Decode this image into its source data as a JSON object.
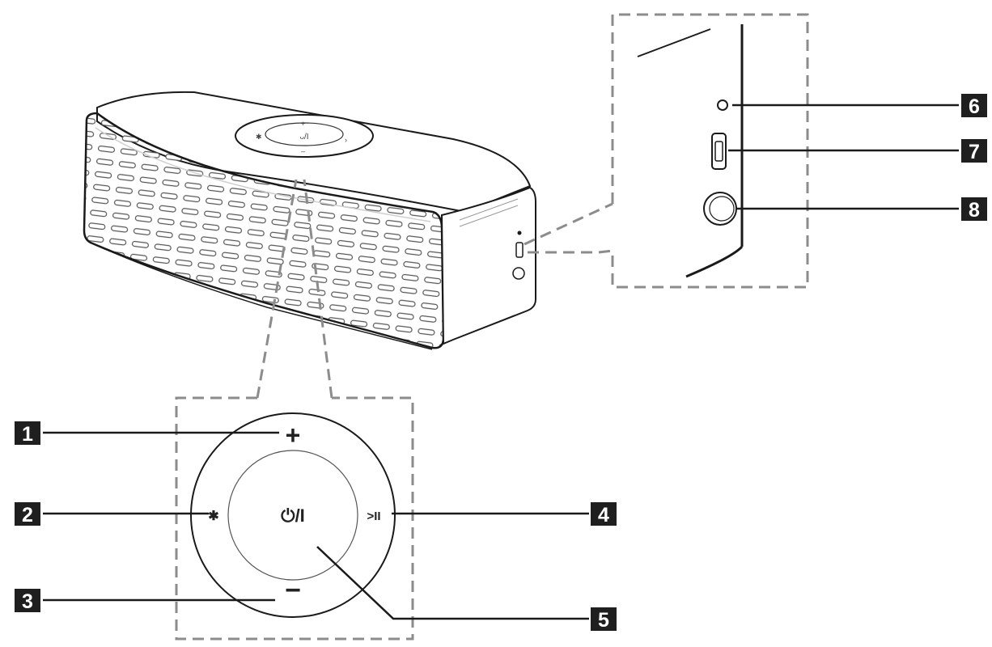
{
  "controls": {
    "volume_up": "+",
    "bluetooth": "✱",
    "volume_down": "−",
    "power": "⏻/I",
    "play_pause": ">II"
  },
  "callouts": [
    "1",
    "2",
    "3",
    "4",
    "5",
    "6",
    "7",
    "8"
  ],
  "colors": {
    "line": "#1a1a1a",
    "dash": "#8c8c8c",
    "badge": "#1f1f1f",
    "background": "#ffffff"
  }
}
